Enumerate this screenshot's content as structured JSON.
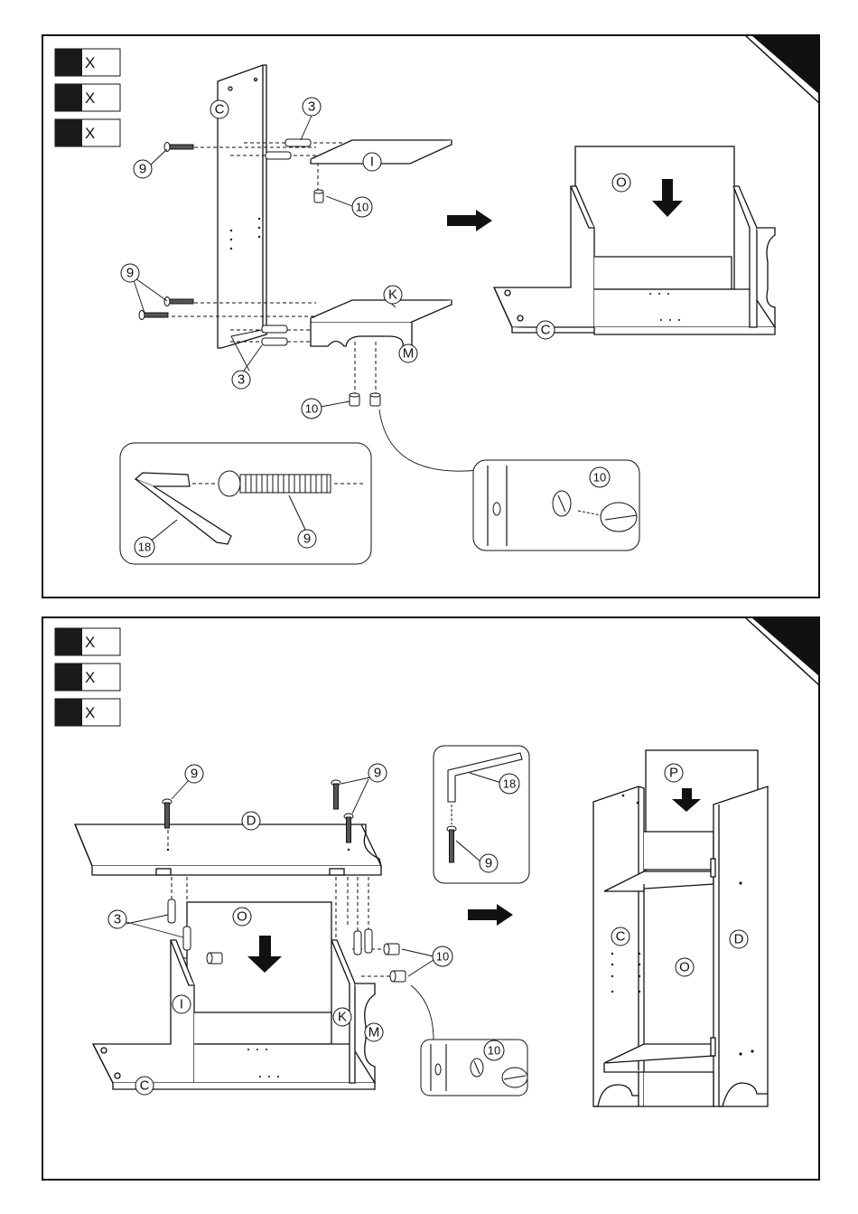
{
  "steps": [
    {
      "quantities": [
        "X",
        "X",
        "X"
      ],
      "labels": {
        "panel_c": "C",
        "part_3_top": "3",
        "shelf_i": "I",
        "cam_10_top": "10",
        "bolt_9_top": "9",
        "bolts_9_mid": "9",
        "shelf_k": "K",
        "base_m": "M",
        "dowel_3_bottom": "3",
        "cams_10": "10",
        "panel_o": "O",
        "panel_c_result": "C",
        "hexkey_18": "18",
        "bolt_9_detail": "9",
        "cam_10_detail": "10"
      }
    },
    {
      "quantities": [
        "X",
        "X",
        "X"
      ],
      "labels": {
        "bolt_9_left": "9",
        "bolts_9_right": "9",
        "top_d": "D",
        "dowels_3": "3",
        "panel_o": "O",
        "cams_10": "10",
        "shelf_i": "I",
        "shelf_k": "K",
        "base_m": "M",
        "panel_c": "C",
        "hexkey_18": "18",
        "bolt_9_detail": "9",
        "cam_10_detail": "10",
        "panel_p": "P",
        "result_c": "C",
        "result_d": "D",
        "result_o": "O"
      }
    }
  ],
  "colors": {
    "line": "#111111",
    "fill": "#ffffff",
    "block": "#1a1a1a"
  }
}
